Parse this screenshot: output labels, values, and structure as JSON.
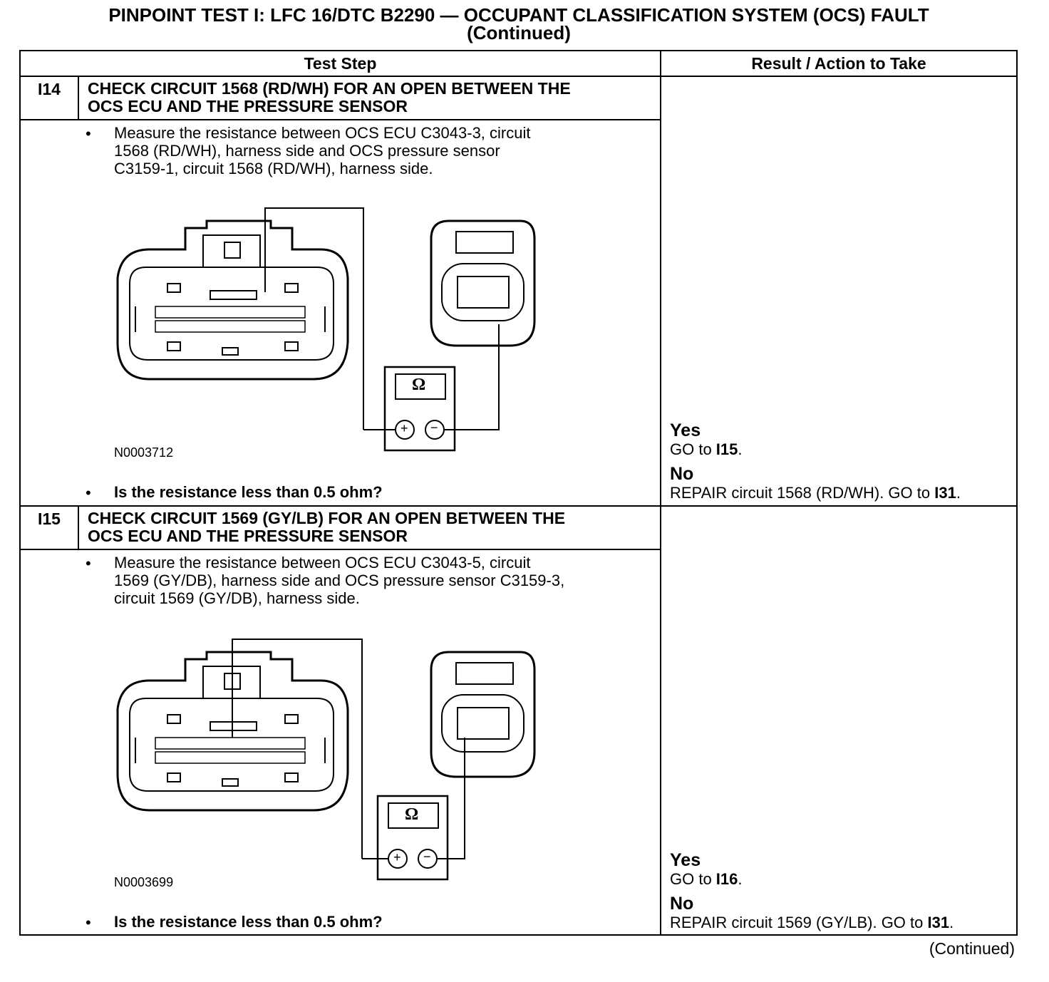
{
  "title_line1": "PINPOINT TEST  I: LFC 16/DTC B2290 — OCCUPANT CLASSIFICATION SYSTEM (OCS) FAULT",
  "title_line2": "(Continued)",
  "headers": {
    "test_step": "Test Step",
    "result": "Result / Action to Take"
  },
  "steps": [
    {
      "number": "I14",
      "title_line1": "CHECK CIRCUIT 1568 (RD/WH) FOR AN OPEN BETWEEN THE",
      "title_line2": "OCS ECU AND THE PRESSURE SENSOR",
      "bullet": "•",
      "body_line1": "Measure the resistance between OCS ECU C3043-3, circuit",
      "body_line2": "1568 (RD/WH), harness side and OCS pressure sensor",
      "body_line3": "C3159-1, circuit 1568 (RD/WH), harness side.",
      "figure_id": "N0003712",
      "meter_symbol": "Ω",
      "plus": "+",
      "minus": "−",
      "question": "Is the resistance less than 0.5 ohm?",
      "yes_label": "Yes",
      "yes_pre": "GO to ",
      "yes_target": "I15",
      "yes_post": ".",
      "no_label": "No",
      "no_pre": "REPAIR circuit 1568 (RD/WH). GO to ",
      "no_target": "I31",
      "no_post": "."
    },
    {
      "number": "I15",
      "title_line1": "CHECK CIRCUIT 1569 (GY/LB) FOR AN OPEN BETWEEN THE",
      "title_line2": "OCS ECU AND THE PRESSURE SENSOR",
      "bullet": "•",
      "body_line1": "Measure the resistance between OCS ECU C3043-5, circuit",
      "body_line2": "1569 (GY/DB), harness side and OCS pressure sensor C3159-3,",
      "body_line3": "circuit 1569 (GY/DB), harness side.",
      "figure_id": "N0003699",
      "meter_symbol": "Ω",
      "plus": "+",
      "minus": "−",
      "question": "Is the resistance less than 0.5 ohm?",
      "yes_label": "Yes",
      "yes_pre": "GO to ",
      "yes_target": "I16",
      "yes_post": ".",
      "no_label": "No",
      "no_pre": "REPAIR circuit 1569 (GY/LB). GO to ",
      "no_target": "I31",
      "no_post": "."
    }
  ],
  "continued": "(Continued)"
}
